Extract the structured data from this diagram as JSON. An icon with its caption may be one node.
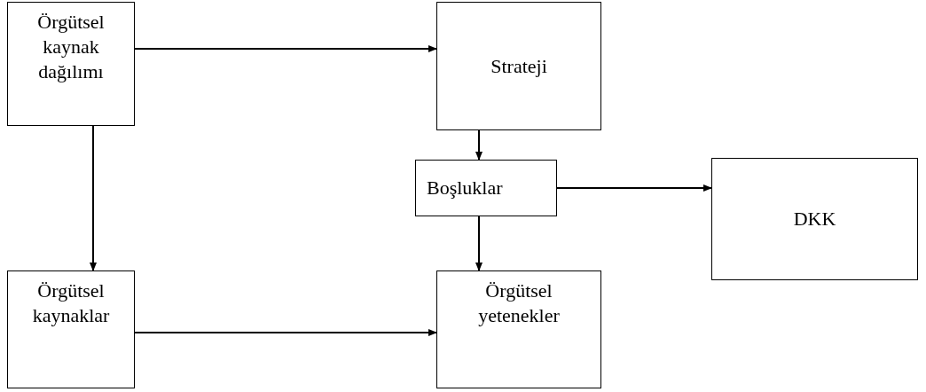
{
  "diagram": {
    "nodes": [
      {
        "text": [
          "Örgütsel kaynak dağılımı"
        ]
      },
      {
        "text": [
          "Strateji"
        ]
      },
      {
        "text": [
          "Boşluklar"
        ]
      },
      {
        "text": [
          "DKK"
        ]
      },
      {
        "text": [
          "Örgütsel kaynaklar"
        ]
      },
      {
        "text": [
          "Örgütsel yetenekler"
        ]
      }
    ],
    "edges": [
      {
        "from": 0,
        "to": 1,
        "arrow": "to"
      },
      {
        "from": 0,
        "to": 4,
        "arrow": "to"
      },
      {
        "from": 1,
        "to": 2,
        "arrow": "to"
      },
      {
        "from": 2,
        "to": 5,
        "arrow": "to"
      },
      {
        "from": 2,
        "to": 3,
        "arrow": "to"
      },
      {
        "from": 4,
        "to": 5,
        "arrow": "to"
      }
    ]
  }
}
